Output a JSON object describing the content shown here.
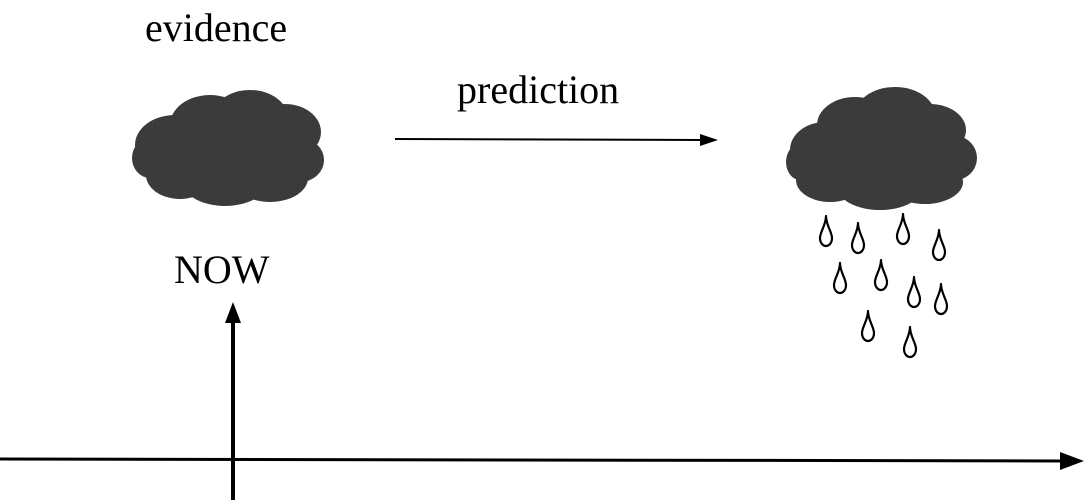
{
  "labels": {
    "evidence": "evidence",
    "prediction": "prediction",
    "now": "NOW"
  },
  "icons": {
    "left_cloud": "storm-cloud-icon",
    "right_cloud": "rain-cloud-icon",
    "raindrops": "raindrop-icon"
  },
  "colors": {
    "ink": "#000000",
    "cloud_fill": "#444444",
    "background": "#ffffff"
  }
}
